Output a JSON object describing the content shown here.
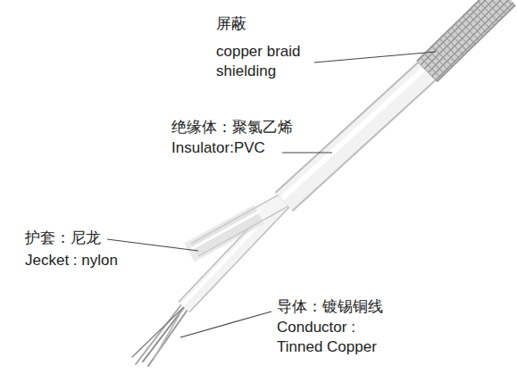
{
  "diagram": {
    "labels": [
      "屏蔽",
      "copper braid shielding",
      "绝缘体：聚氯乙烯",
      "Insulator:PVC",
      "护套：尼龙",
      "Jecket : nylon",
      "导体：镀锡铜线",
      "Conductor : Tinned Copper"
    ]
  }
}
